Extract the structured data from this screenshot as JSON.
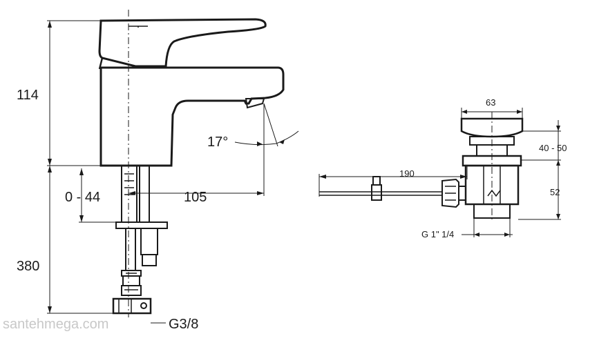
{
  "faucet": {
    "height_top": "114",
    "height_bottom": "380",
    "adjust_range": "0 - 44",
    "reach": "105",
    "spout_angle": "17°",
    "connection": "G3/8"
  },
  "drain": {
    "head_diameter": "63",
    "thickness_range": "40 - 50",
    "rod_length": "190",
    "body_height": "52",
    "thread": "G 1\" 1/4"
  },
  "watermark": "santehmega.com"
}
